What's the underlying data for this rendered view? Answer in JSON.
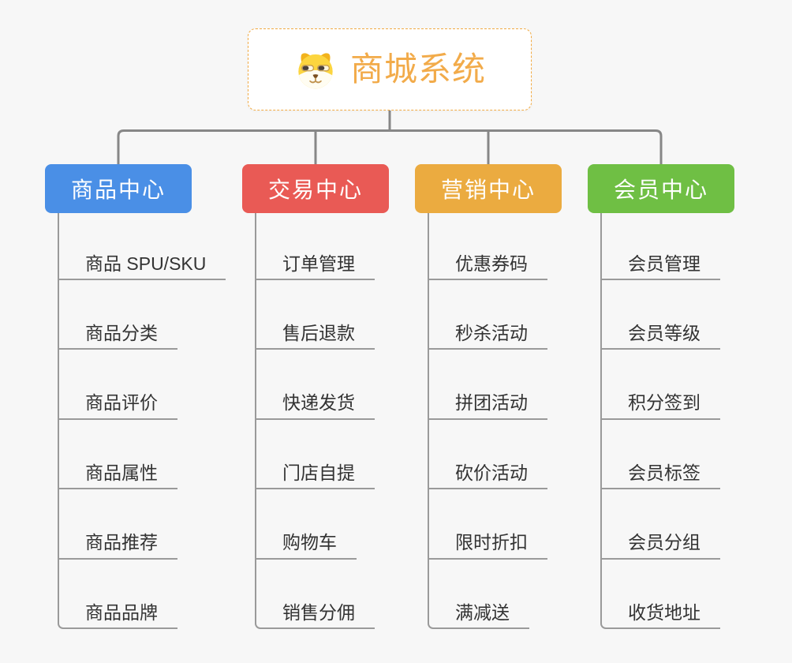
{
  "page": {
    "background": "#f7f7f7",
    "line_color": "#878787",
    "underline_color": "#9a9a9a"
  },
  "root": {
    "title": "商城系统",
    "icon": "dog-icon",
    "accent_color": "#f2ab4a",
    "border_color": "#f2ab44"
  },
  "branches": [
    {
      "label": "商品中心",
      "color": "#4a8fe6",
      "children": [
        "商品 SPU/SKU",
        "商品分类",
        "商品评价",
        "商品属性",
        "商品推荐",
        "商品品牌"
      ]
    },
    {
      "label": "交易中心",
      "color": "#e95a55",
      "children": [
        "订单管理",
        "售后退款",
        "快递发货",
        "门店自提",
        "购物车",
        "销售分佣"
      ]
    },
    {
      "label": "营销中心",
      "color": "#ebab40",
      "children": [
        "优惠券码",
        "秒杀活动",
        "拼团活动",
        "砍价活动",
        "限时折扣",
        "满减送"
      ]
    },
    {
      "label": "会员中心",
      "color": "#6fbf44",
      "children": [
        "会员管理",
        "会员等级",
        "积分签到",
        "会员标签",
        "会员分组",
        "收货地址"
      ]
    }
  ]
}
